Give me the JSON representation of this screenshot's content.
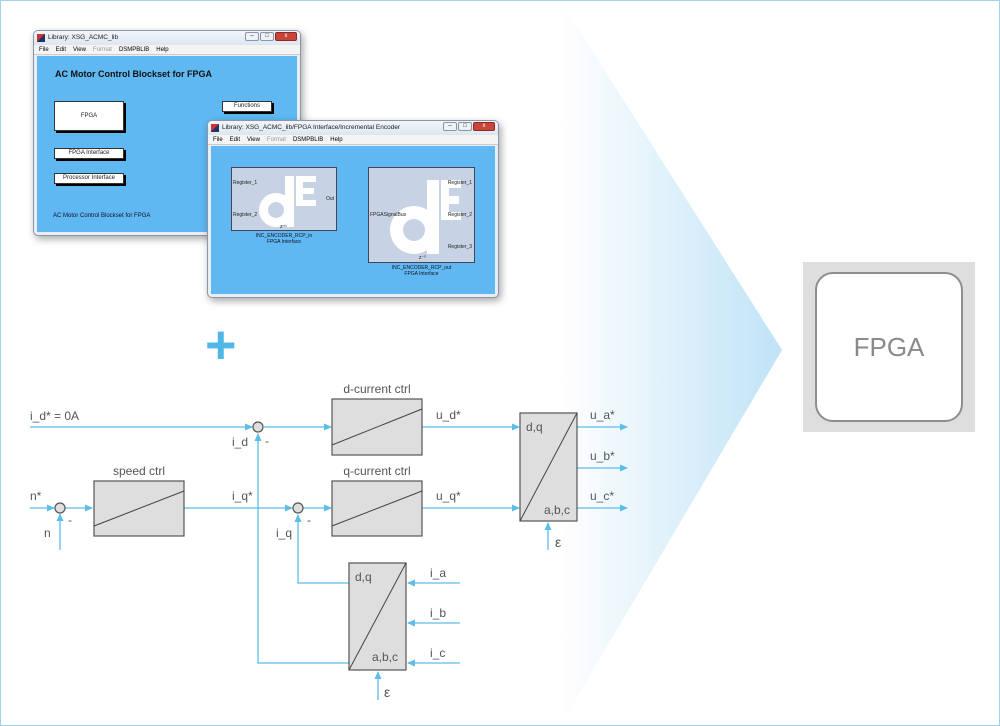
{
  "window_main": {
    "title": "Library: XSG_ACMC_lib",
    "menu": [
      "File",
      "Edit",
      "View",
      "Format",
      "DSMPBLIB",
      "Help"
    ],
    "heading": "AC Motor Control Blockset for FPGA",
    "blocks": {
      "fpga": "FPGA",
      "functions": "Functions",
      "fpga_interface": "FPGA Interface",
      "processor_interface": "Processor Interface"
    },
    "footer": "AC Motor Control Blockset for FPGA"
  },
  "window_encoder": {
    "title": "Library: XSG_ACMC_lib/FPGA Interface/Incremental Encoder",
    "menu": [
      "File",
      "Edit",
      "View",
      "Format",
      "DSMPBLIB",
      "Help"
    ],
    "block_in": {
      "ports_in": [
        "Register_1",
        "Register_2"
      ],
      "port_out": "Out",
      "delay": "z⁻¹",
      "name": "INC_ENCODER_RCP_in",
      "sub": "FPGA Interface"
    },
    "block_out": {
      "port_in": "FPGASignalBus",
      "ports_out": [
        "Register_1",
        "Register_2",
        "Register_3"
      ],
      "delay": "z⁻⁰",
      "name": "INC_ENCODER_RCP_out",
      "sub": "FPGA Interface"
    },
    "logo": "dE"
  },
  "plus": "+",
  "diagram": {
    "id_ref": "i_d* = 0A",
    "n_ref": "n*",
    "n": "n",
    "minus": "-",
    "speed_ctrl": "speed ctrl",
    "d_ctrl": "d-current ctrl",
    "q_ctrl": "q-current ctrl",
    "id": "i_d",
    "iq_ref": "i_q*",
    "iq": "i_q",
    "ud": "u_d*",
    "uq": "u_q*",
    "ua": "u_a*",
    "ub": "u_b*",
    "uc": "u_c*",
    "dq": "d,q",
    "abc": "a,b,c",
    "ia": "i_a",
    "ib": "i_b",
    "ic": "i_c",
    "eps": "ε"
  },
  "fpga_label": "FPGA",
  "colors": {
    "accent": "#5bbde8",
    "canvas": "#5fb8f2",
    "block": "#dedede"
  }
}
